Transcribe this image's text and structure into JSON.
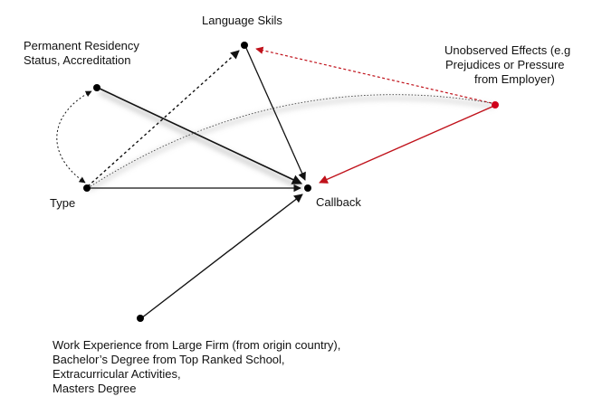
{
  "nodes": {
    "language_skills": {
      "lines": [
        "Language Skils"
      ]
    },
    "residency": {
      "lines": [
        "Permanent Residency",
        "Status, Accreditation"
      ]
    },
    "unobserved": {
      "lines": [
        "Unobserved Effects (e.g",
        "Prejudices or Pressure",
        "from Employer)"
      ],
      "color": "#d0021b"
    },
    "type": {
      "lines": [
        "Type"
      ]
    },
    "callback": {
      "lines": [
        "Callback"
      ]
    },
    "work_experience": {
      "lines": [
        "Work Experience from Large Firm (from origin country),",
        "Bachelor’s Degree from Top Ranked School,",
        "Extracurricular Activities,",
        "Masters Degree"
      ]
    }
  },
  "colors": {
    "node": "#000000",
    "edge": "#111111",
    "unobserved_edge": "#c0121b"
  }
}
